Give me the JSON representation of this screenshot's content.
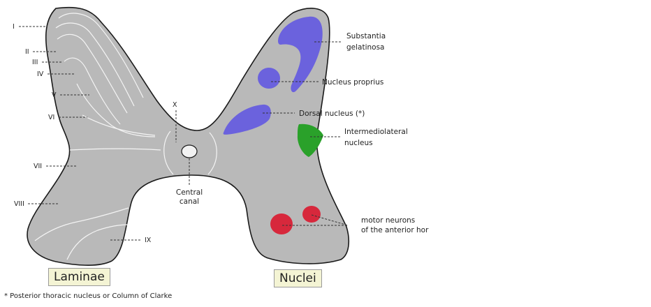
{
  "laminae": {
    "title": "Laminae",
    "labels": [
      "I",
      "II",
      "III",
      "IV",
      "V",
      "VI",
      "VII",
      "VIII",
      "IX",
      "X"
    ]
  },
  "nuclei": {
    "title": "Nuclei",
    "substantia_gelatinosa_line1": "Substantia",
    "substantia_gelatinosa_line2": "gelatinosa",
    "nucleus_proprius": "Nucleus proprius",
    "dorsal_nucleus": "Dorsal nucleus (*)",
    "intermediolateral_line1": "Intermediolateral",
    "intermediolateral_line2": "nucleus",
    "motor_neurons_line1": "motor neurons",
    "motor_neurons_line2": "of the anterior hor"
  },
  "central_canal_line1": "Central",
  "central_canal_line2": "canal",
  "footnote": "* Posterior thoracic nucleus or Column of Clarke",
  "colors": {
    "gray_matter": "#b9b9b9",
    "outline": "#1a1a1a",
    "sensory_nuclei": "#6b62dd",
    "intermediolateral": "#2aa12a",
    "motor_neurons": "#d7283c",
    "label_box": "#f4f4d4"
  }
}
